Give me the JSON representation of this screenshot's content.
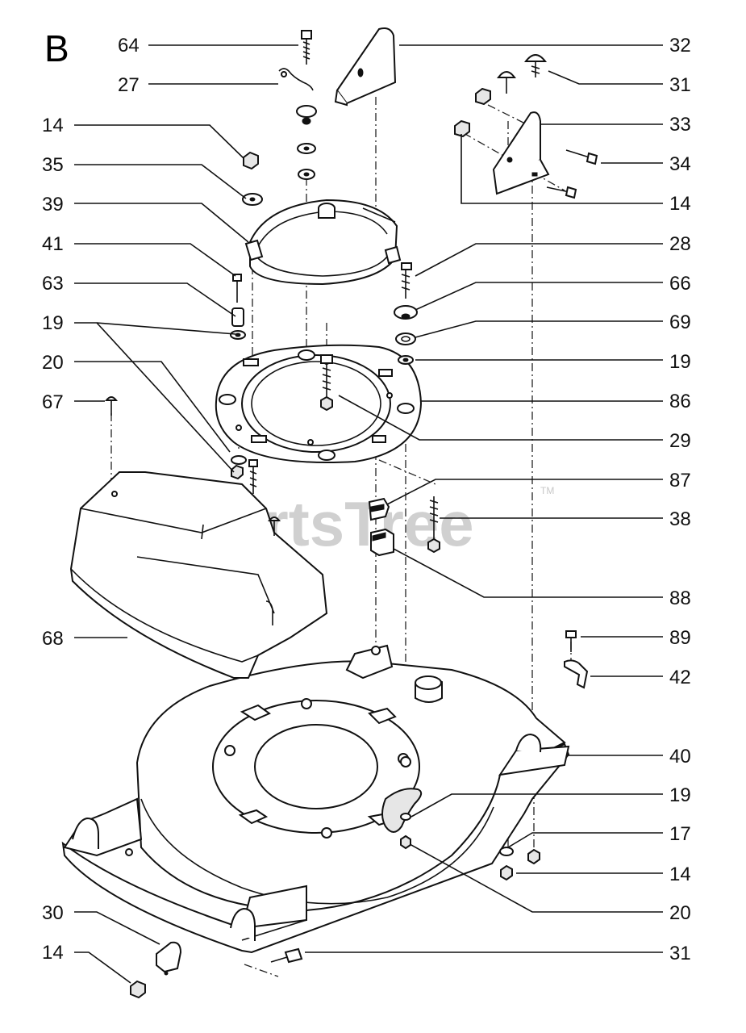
{
  "section_letter": "B",
  "watermark": "PartsTree",
  "watermark_tm": "TM",
  "callouts": [
    {
      "id": "64",
      "text": "64"
    },
    {
      "id": "27",
      "text": "27"
    },
    {
      "id": "14a",
      "text": "14"
    },
    {
      "id": "35",
      "text": "35"
    },
    {
      "id": "39",
      "text": "39"
    },
    {
      "id": "41",
      "text": "41"
    },
    {
      "id": "63",
      "text": "63"
    },
    {
      "id": "19a",
      "text": "19"
    },
    {
      "id": "20a",
      "text": "20"
    },
    {
      "id": "67",
      "text": "67"
    },
    {
      "id": "68",
      "text": "68"
    },
    {
      "id": "30",
      "text": "30"
    },
    {
      "id": "14b",
      "text": "14"
    },
    {
      "id": "32",
      "text": "32"
    },
    {
      "id": "31a",
      "text": "31"
    },
    {
      "id": "33",
      "text": "33"
    },
    {
      "id": "34",
      "text": "34"
    },
    {
      "id": "14c",
      "text": "14"
    },
    {
      "id": "28",
      "text": "28"
    },
    {
      "id": "66",
      "text": "66"
    },
    {
      "id": "69",
      "text": "69"
    },
    {
      "id": "19b",
      "text": "19"
    },
    {
      "id": "86",
      "text": "86"
    },
    {
      "id": "29",
      "text": "29"
    },
    {
      "id": "87",
      "text": "87"
    },
    {
      "id": "38",
      "text": "38"
    },
    {
      "id": "88",
      "text": "88"
    },
    {
      "id": "89",
      "text": "89"
    },
    {
      "id": "42",
      "text": "42"
    },
    {
      "id": "40",
      "text": "40"
    },
    {
      "id": "19c",
      "text": "19"
    },
    {
      "id": "17",
      "text": "17"
    },
    {
      "id": "14d",
      "text": "14"
    },
    {
      "id": "20b",
      "text": "20"
    },
    {
      "id": "31b",
      "text": "31"
    }
  ]
}
